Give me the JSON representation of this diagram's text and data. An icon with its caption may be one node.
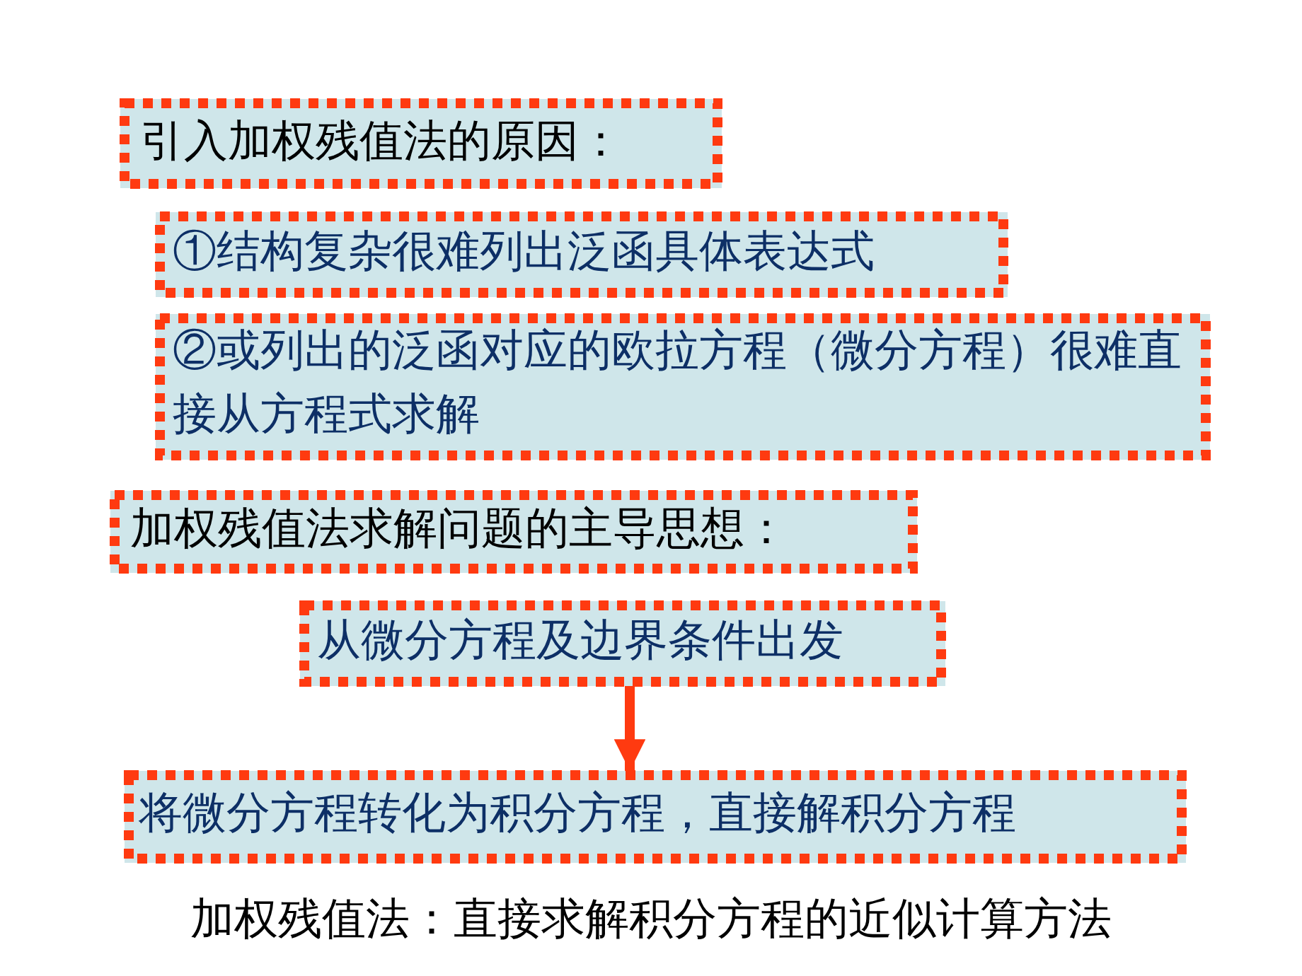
{
  "diagram": {
    "nodes": [
      {
        "text": [
          "引入加权残值法的原因："
        ]
      },
      {
        "text": [
          "①结构复杂很难列出泛函具体表达式"
        ]
      },
      {
        "text": [
          "②或列出的泛函对应的欧拉方程（微分方程）很难直接从方程式求解"
        ]
      },
      {
        "text": [
          "加权残值法求解问题的主导思想："
        ]
      },
      {
        "text": [
          "从微分方程及边界条件出发"
        ]
      },
      {
        "text": [
          "将微分方程转化为积分方程，直接解积分方程"
        ]
      }
    ],
    "edges": [
      {
        "from": 4,
        "to": 5,
        "arrow": "to"
      }
    ],
    "labels": [
      "加权残值法：直接求解积分方程的近似计算方法"
    ]
  }
}
